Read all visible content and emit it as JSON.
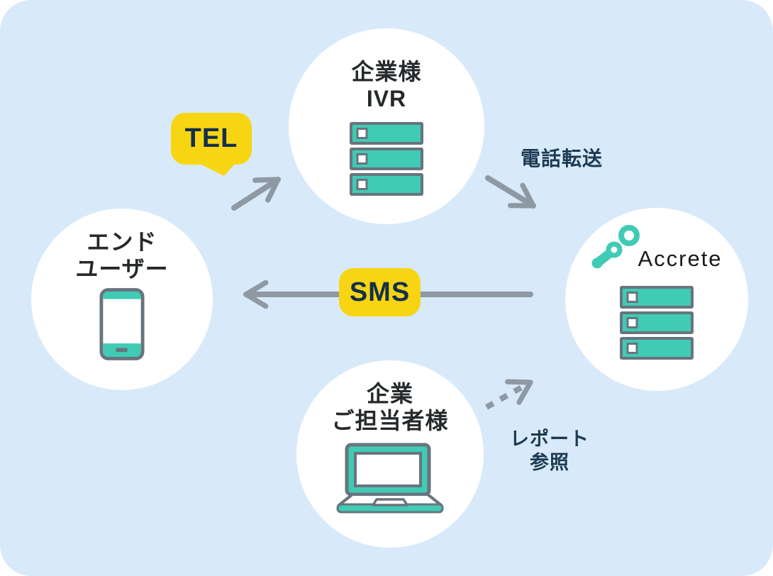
{
  "colors": {
    "background": "#D8EAF9",
    "node-fill": "#FFFFFF",
    "teal": "#40CBB5",
    "outline": "#68747E",
    "arrow": "#8E99A3",
    "yellow": "#F7D513",
    "badge-text": "#13304B",
    "node-label": "#26292B",
    "edge-label": "#1C3A53",
    "brand-text": "#1A1A1A"
  },
  "nodes": {
    "company_ivr": {
      "label_line1": "企業様",
      "label_line2": "IVR",
      "icon": "server-icon"
    },
    "end_user": {
      "label_line1": "エンド",
      "label_line2": "ユーザー",
      "icon": "smartphone-icon"
    },
    "accrete": {
      "brand": "Accrete",
      "icon": "server-icon",
      "logo": "accrete-logo-icon"
    },
    "company_staff": {
      "label_line1": "企業",
      "label_line2": "ご担当者様",
      "icon": "laptop-icon"
    }
  },
  "edges": {
    "tel": {
      "label": "TEL"
    },
    "call_forwarding": {
      "label": "電話転送"
    },
    "sms": {
      "label": "SMS"
    },
    "report": {
      "label_line1": "レポート",
      "label_line2": "参照"
    }
  }
}
